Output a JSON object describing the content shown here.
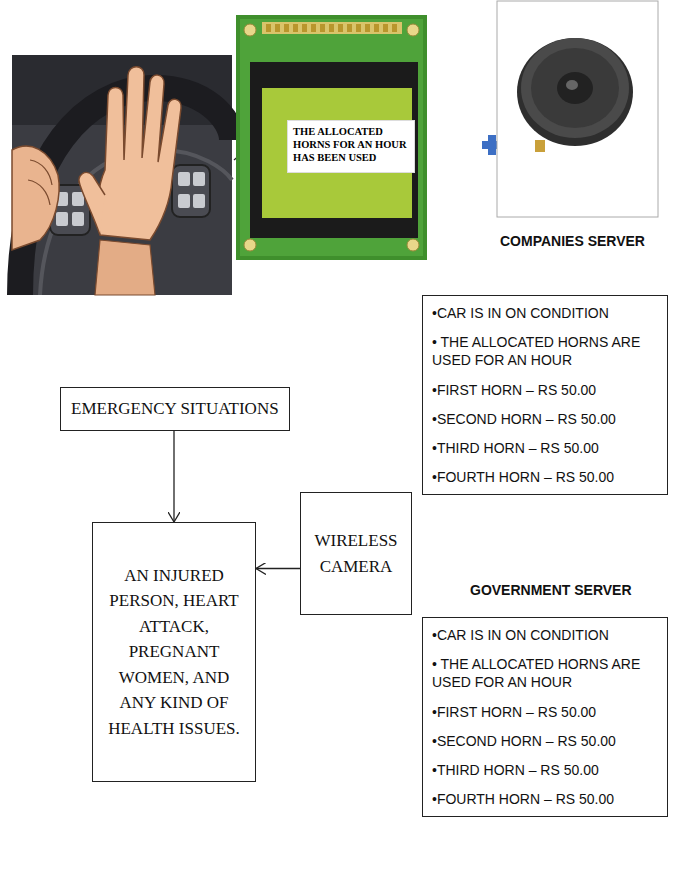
{
  "diagram": {
    "nodes": [
      {
        "text": [
          "THE ALLOCATED HORNS FOR AN HOUR HAS BEEN USED"
        ]
      },
      {
        "text": [
          "•CAR IS IN ON CONDITION",
          "• THE ALLOCATED HORNS ARE USED FOR AN HOUR",
          "•FIRST HORN – RS 50.00",
          "•SECOND HORN – RS 50.00",
          "•THIRD HORN – RS 50.00",
          "•FOURTH HORN – RS 50.00"
        ]
      },
      {
        "text": [
          "EMERGENCY SITUATIONS"
        ]
      },
      {
        "text": [
          "WIRELESS CAMERA"
        ]
      },
      {
        "text": [
          "AN INJURED PERSON, HEART ATTACK, PREGNANT WOMEN, AND ANY KIND OF HEALTH ISSUES."
        ]
      },
      {
        "text": [
          "•CAR IS IN ON CONDITION",
          "• THE ALLOCATED HORNS ARE USED FOR AN HOUR",
          "•FIRST HORN – RS 50.00",
          "•SECOND HORN – RS 50.00",
          "•THIRD HORN – RS 50.00",
          "•FOURTH HORN – RS 50.00"
        ]
      }
    ],
    "edges": [
      {
        "from": 2,
        "to": 4,
        "arrow": "to"
      },
      {
        "from": 3,
        "to": 4,
        "arrow": "to"
      }
    ],
    "labels": [
      "COMPANIES SERVER",
      "GOVERNMENT SERVER"
    ]
  }
}
